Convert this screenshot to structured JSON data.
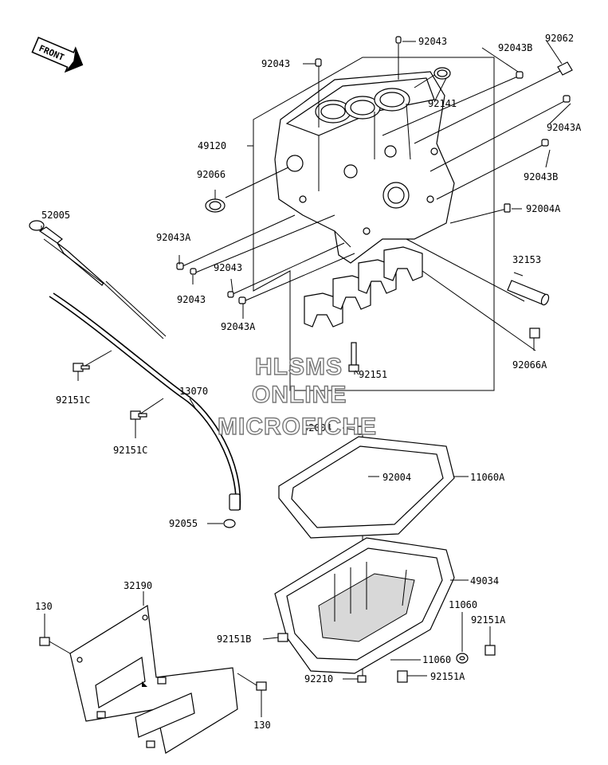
{
  "front_arrow": {
    "label": "FRONT"
  },
  "watermark": {
    "lines": [
      "HLSMS",
      "ONLINE",
      "MICROFICHE"
    ]
  },
  "parts": {
    "p92043_top": "92043",
    "p92043_left": "92043",
    "p92043B_top": "92043B",
    "p92062": "92062",
    "p92141": "92141",
    "p92043A_right": "92043A",
    "p49120": "49120",
    "p92066": "92066",
    "p92043B_right": "92043B",
    "p92004A": "92004A",
    "p52005": "52005",
    "p92043A_left": "92043A",
    "p32153": "32153",
    "p92043_mid": "92043",
    "p92043_low": "92043",
    "p92043A_low": "92043A",
    "p92066A": "92066A",
    "p92151": "92151",
    "p92151C_a": "92151C",
    "p13070": "13070",
    "p92151C_b": "92151C",
    "p92004_a": "92004",
    "p92004_b": "92004",
    "p11060A": "11060A",
    "p92055": "92055",
    "p49034": "49034",
    "p32190": "32190",
    "p11060_a": "11060",
    "p130_a": "130",
    "p92151A_a": "92151A",
    "p92151B": "92151B",
    "p11060_b": "11060",
    "p92210": "92210",
    "p92151A_b": "92151A",
    "p130_b": "130"
  }
}
